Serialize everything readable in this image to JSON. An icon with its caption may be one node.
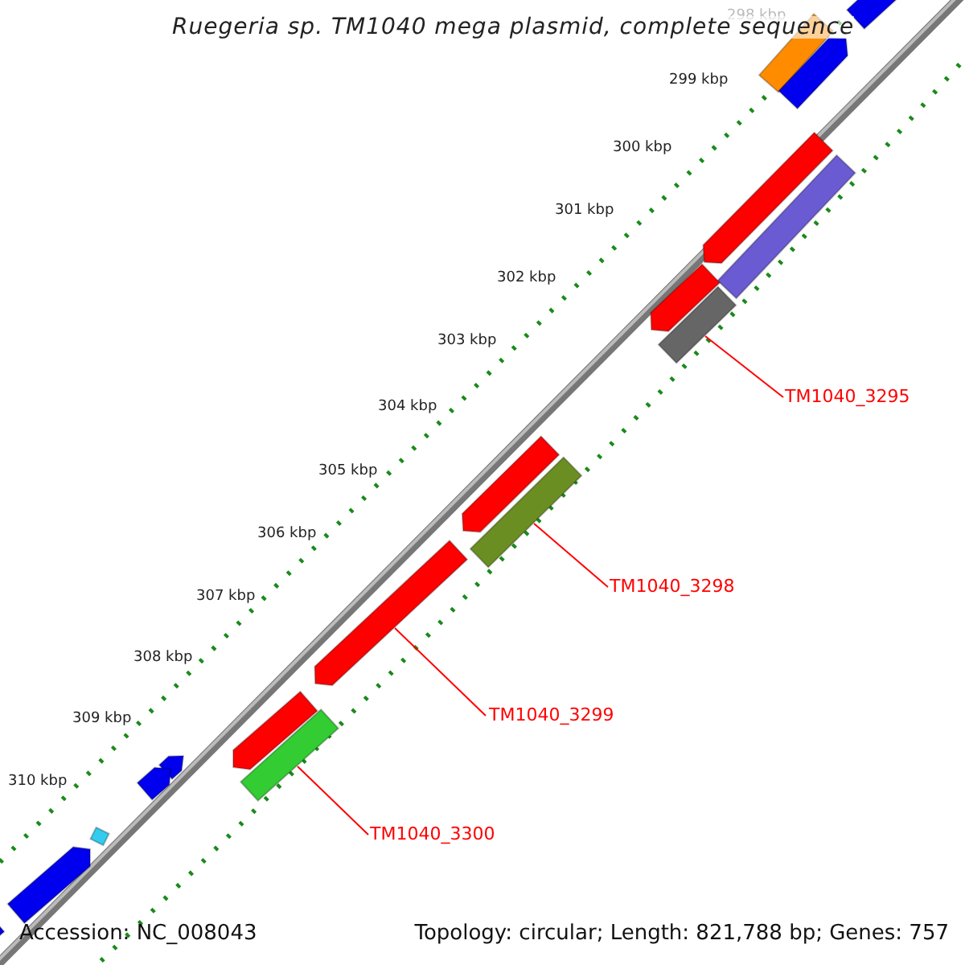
{
  "diagram": {
    "title": "Ruegeria sp. TM1040 mega plasmid, complete sequence",
    "nodes": [
      {
        "text": [
          "TM1040_3295"
        ]
      },
      {
        "text": [
          "TM1040_3298"
        ]
      },
      {
        "text": [
          "TM1040_3299"
        ]
      },
      {
        "text": [
          "TM1040_3300"
        ]
      },
      {
        "text": [],
        "shape": "bar"
      },
      {
        "text": [],
        "shape": "bar"
      },
      {
        "text": [],
        "shape": "bar"
      },
      {
        "text": [],
        "shape": "bar"
      },
      {
        "text": [],
        "shape": "bar"
      },
      {
        "text": [],
        "shape": "bar"
      },
      {
        "text": [],
        "shape": "bar"
      },
      {
        "text": [],
        "shape": "bar"
      },
      {
        "text": [],
        "shape": "bar"
      },
      {
        "text": [],
        "shape": "bar"
      },
      {
        "text": [],
        "shape": "bar"
      },
      {
        "text": [],
        "shape": "bar"
      },
      {
        "text": [],
        "shape": "bar"
      },
      {
        "text": [],
        "shape": "bar"
      },
      {
        "text": [],
        "shape": "bar"
      },
      {
        "text": [],
        "shape": "bar"
      },
      {
        "text": [],
        "shape": "bar"
      }
    ],
    "edges": [
      {
        "from": 0,
        "to": 10,
        "arrow": "none"
      },
      {
        "from": 1,
        "to": 12,
        "arrow": "none"
      },
      {
        "from": 2,
        "to": 13,
        "arrow": "none"
      },
      {
        "from": 3,
        "to": 15,
        "arrow": "none"
      }
    ],
    "labels": [
      "298 kbp",
      "299 kbp",
      "300 kbp",
      "301 kbp",
      "302 kbp",
      "303 kbp",
      "304 kbp",
      "305 kbp",
      "306 kbp",
      "307 kbp",
      "308 kbp",
      "309 kbp",
      "310 kbp",
      "Accession: NC_008043",
      "Topology: circular; Length: 821,788 bp; Genes: 757"
    ]
  }
}
